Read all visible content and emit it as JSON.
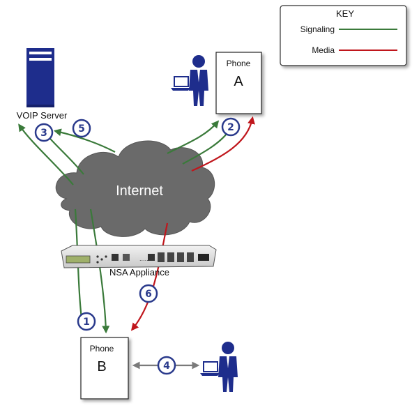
{
  "key": {
    "title": "KEY",
    "signaling_label": "Signaling",
    "media_label": "Media",
    "signaling_color": "#3a7a3a",
    "media_color": "#c0161c"
  },
  "nodes": {
    "voip_server_label": "VOIP Server",
    "phone_a_line1": "Phone",
    "phone_a_line2": "A",
    "phone_b_line1": "Phone",
    "phone_b_line2": "B",
    "internet_label": "Internet",
    "appliance_label": "NSA Appliance"
  },
  "steps": [
    "1",
    "2",
    "3",
    "4",
    "5",
    "6"
  ],
  "icons": [
    "server-icon",
    "person-icon",
    "laptop-icon",
    "cloud-icon",
    "appliance-icon"
  ],
  "colors": {
    "circle_stroke": "#2a3a8c",
    "server": "#1e2d8c",
    "cloud": "#6a6a6a",
    "peer_link": "#7a7a7a"
  }
}
